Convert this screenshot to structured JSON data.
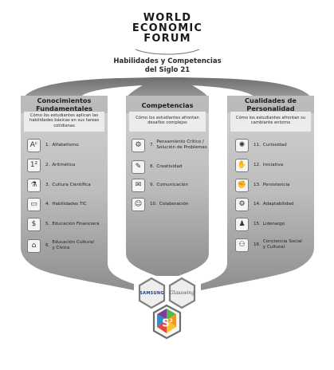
{
  "header": {
    "logo_lines": [
      "WORLD",
      "ECONOMIC",
      "FORUM"
    ],
    "subtitle_lines": [
      "Habilidades y Competencias",
      "del Siglo 21"
    ]
  },
  "columns": [
    {
      "title_lines": [
        "Conocimientos",
        "Fundamentales"
      ],
      "desc_lines": [
        "Cómo los estudiantes aplican las",
        "habilidades básicas en sus tareas",
        "cotidianas"
      ],
      "items": [
        {
          "num": "1.",
          "label": [
            "Alfabetismo"
          ],
          "icon": "letters-icon",
          "glyph": "Aᶜ"
        },
        {
          "num": "2.",
          "label": [
            "Aritmética"
          ],
          "icon": "numbers-icon",
          "glyph": "1²"
        },
        {
          "num": "3.",
          "label": [
            "Cultura Científica"
          ],
          "icon": "flask-icon",
          "glyph": "⚗"
        },
        {
          "num": "4.",
          "label": [
            "Habilidades TIC"
          ],
          "icon": "laptop-icon",
          "glyph": "▭"
        },
        {
          "num": "5.",
          "label": [
            "Educación Financiera"
          ],
          "icon": "money-icon",
          "glyph": "$"
        },
        {
          "num": "6.",
          "label": [
            "Educación Cultural",
            "y Cívica"
          ],
          "icon": "building-icon",
          "glyph": "⌂"
        }
      ]
    },
    {
      "title_lines": [
        "Competencias"
      ],
      "desc_lines": [
        "Cómo los estudiantes afrontan",
        "desafíos complejos"
      ],
      "items": [
        {
          "num": "7.",
          "label": [
            "Pensamiento Crítico /",
            "Solución de Problemas"
          ],
          "icon": "head-gear-icon",
          "glyph": "⚙"
        },
        {
          "num": "8.",
          "label": [
            "Creatividad"
          ],
          "icon": "palette-icon",
          "glyph": "✎"
        },
        {
          "num": "9.",
          "label": [
            "Comunicación"
          ],
          "icon": "speech-icon",
          "glyph": "✉"
        },
        {
          "num": "10.",
          "label": [
            "Colaboración"
          ],
          "icon": "team-icon",
          "glyph": "☺"
        }
      ]
    },
    {
      "title_lines": [
        "Cualidades de",
        "Personalidad"
      ],
      "desc_lines": [
        "Cómo los estudiantes afrontan su",
        "cambiante entorno"
      ],
      "items": [
        {
          "num": "11.",
          "label": [
            "Curiosidad"
          ],
          "icon": "lightbulb-icon",
          "glyph": "✺"
        },
        {
          "num": "12.",
          "label": [
            "Iniciativa"
          ],
          "icon": "hand-icon",
          "glyph": "✋"
        },
        {
          "num": "13.",
          "label": [
            "Persistencia"
          ],
          "icon": "fist-icon",
          "glyph": "✊"
        },
        {
          "num": "14.",
          "label": [
            "Adaptabilidad"
          ],
          "icon": "gears-icon",
          "glyph": "⚙"
        },
        {
          "num": "15.",
          "label": [
            "Liderazgo"
          ],
          "icon": "leader-icon",
          "glyph": "♟"
        },
        {
          "num": "16.",
          "label": [
            "Conciencia Social",
            "y Cultural"
          ],
          "icon": "people-icon",
          "glyph": "⚇"
        }
      ]
    }
  ],
  "sponsors": {
    "samsung": "SAMSUNG",
    "glasswing": "Glasswing",
    "s3_letter": "S",
    "s3_exp": "3"
  },
  "colors": {
    "panel_dark": "#8a8a8a",
    "panel_mid": "#b5b5b5",
    "panel_light": "#e2e2e2",
    "s3_green": "#55b947",
    "s3_purple": "#7b3f98",
    "s3_orange": "#f0962a",
    "s3_blue": "#2f8fd6"
  }
}
